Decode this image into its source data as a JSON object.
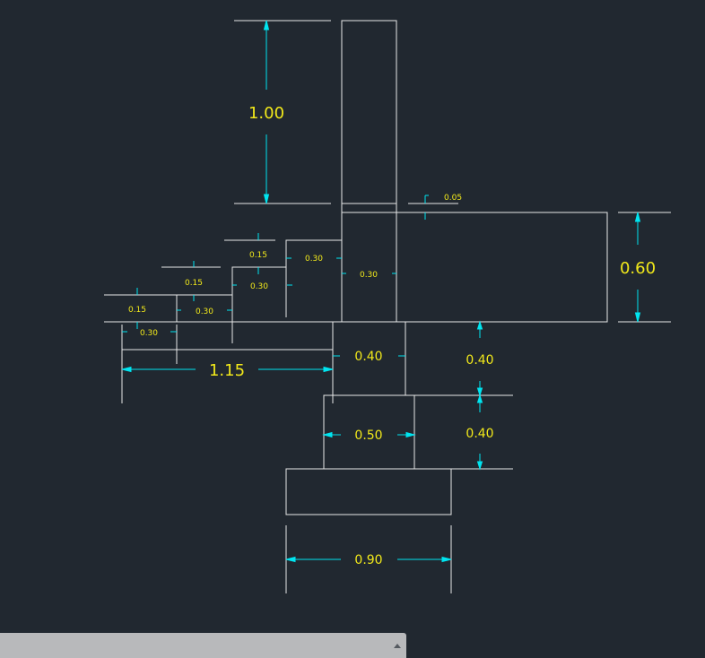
{
  "drawing": {
    "dimensions": {
      "top_height": "1.00",
      "gap": "0.05",
      "slab_height": "0.60",
      "step1_rise": "0.15",
      "step2_rise": "0.15",
      "step3_rise": "0.15",
      "step1_run": "0.30",
      "step2_run": "0.30",
      "step3_run": "0.30",
      "column_width": "0.30",
      "base_run": "0.30",
      "total_run": "1.15",
      "upper_pedestal_width": "0.40",
      "upper_pedestal_height": "0.40",
      "lower_pedestal_width": "0.50",
      "lower_pedestal_height": "0.40",
      "footing_width": "0.90"
    },
    "colors": {
      "background": "#212830",
      "outline": "#e8e8e8",
      "dimension_line": "#00e5f0",
      "dimension_text": "#f2e91a"
    }
  },
  "statusbar": {
    "expand_icon": "triangle-up-icon"
  }
}
